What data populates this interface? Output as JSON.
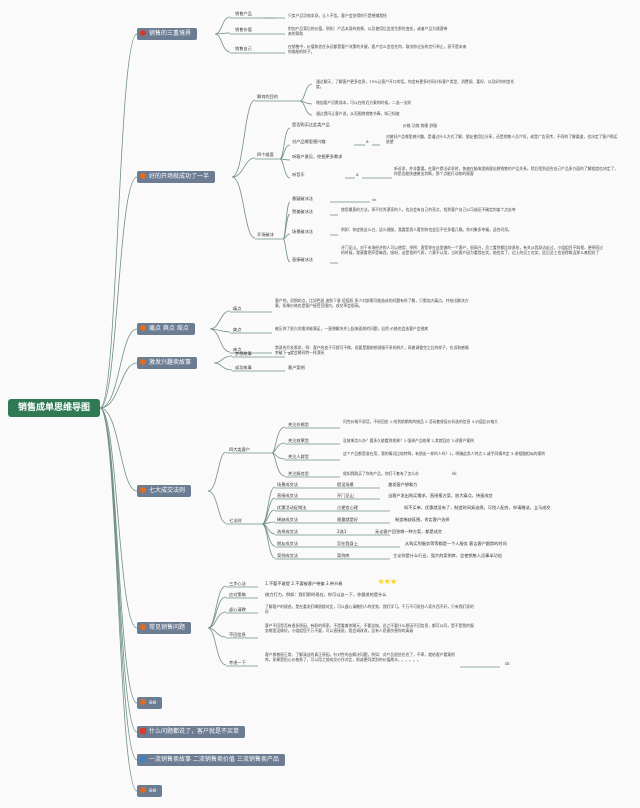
{
  "root": "销售成单思维导图",
  "branches": {
    "b1": {
      "title": "销售的三重境界",
      "items": [
        {
          "label": "销售产品",
          "text": "只卖产品功效本身，让人不信。客户会觉得你只是想赚我钱"
        },
        {
          "label": "销售价值",
          "text": "附加产品背后的价值，例如：产品本身的效果，以及使用后会发生那些变化，或者产品为顾客带来的帮助"
        },
        {
          "label": "销售自己",
          "text": "在销售中，价值和信任永远都是客户决策的关键，客户怎么会信任你，取决你过去的言行举止，而不是未来你描绘的样子。"
        }
      ]
    },
    "b2": {
      "title": "好的开场就成功了一半",
      "purpose": {
        "label": "聊何的目的",
        "items": [
          "通过聊天，了解客户更多信息，75%让客户开口的话，你会有更多时间分析客户类型、消费观、喜好，以及好你的信任度。",
          "增加客户沉默成本，可以在附近方案的时候，二选一法则",
          "通过提问让客户说，从而围绕销售节奏，知己知彼"
        ]
      },
      "dims": {
        "label": "四个维度",
        "items": [
          {
            "label": "是否购买过此类产品",
            "text": "价格 功效 物理 舒服"
          },
          {
            "label": "对产品哪里感兴趣",
            "mark": "a",
            "text": "对做好产品哪里感兴趣，是通过什么方式了解，朋友使用后分享，还是销售人员介绍，或是广告宣传，不同的了解渠道，也决定了客户购买欲望"
          },
          {
            "label": "听客户意见，挖掘更多需求"
          },
          {
            "label": "听音乐",
            "mark": "a",
            "text": "听诉求，并非重要。在客户提出诉求时，快速在脑海里梳理出想销售的产品关系，然后找到适合自己产品多方面的了解程度也决定了，你是否能快速做出判断，那个点能打动你的顾客"
          }
        ]
      },
      "openers": {
        "label": "开场破冰",
        "items": [
          {
            "label": "悬疑破冰法",
            "text": "ck"
          },
          {
            "label": "赞美破冰法",
            "text": "使用最直的方法，再不优秀漂亮的人，也总会有自己的亮点，找到客户自己以可或还不确定的某个点去夸"
          },
          {
            "label": "场景破冰法",
            "text": "例如：你皮肤这么白，这么细腻，我要是男人看到你也会忍不住多看几眼。你对象多幸福，适合问扣。"
          },
          {
            "label": "直接破冰法",
            "text": "开门见山，对于市场经济的人可以使用；举例：客室你在这里做的一个客户，很高兴，员工看到都比较紧张，有关从我身边走过，小姐姐目不斜视，便停而过的时候，我莫看把声是嘛西，吸呀，这是我的气质，六案不认用，当时客户因为看我在笑，她也笑了，边上的员工也笑，此后员工也觉得唯没那么难相处了"
          }
        ]
      }
    },
    "b3": {
      "title": "痛点 爽点 痒点",
      "items": [
        {
          "label": "痛点",
          "text": "客户怕，恐惧的点，比如色斑 皮肤下垂 痘痘肌 多少对部需可能造成的问题有所了解，只需加大痛点，并给出解决方案，如果价格也是客户接受范围内，成交率会很高。"
        },
        {
          "label": "爽点",
          "text": "被压抑了很久的需求被满足，一直想解决并上起来面前的问题，自然 价格也会选客户会很爽"
        },
        {
          "label": "痒点",
          "text": "常说的开发需求，例：客户的皮子可就可不做，但要是跟她想说服不多的样片，再着调整完之后的样子，在诉和感情突破下一就会瞬间特一样漂亮"
        }
      ]
    },
    "b4": {
      "title": "激发兴趣卖故事",
      "items": [
        {
          "label": "梦想故事",
          "text": "a"
        },
        {
          "label": "成功故事",
          "text": "客户案例"
        }
      ]
    },
    "b5": {
      "title": "七大成交法则",
      "types": {
        "label": "四大类客户",
        "items": [
          {
            "label": "关注价格型",
            "text": "问完价格不说话，不给回应 1.给到前期的的措品 2.活动套餐促价折选的信息 3.价值比价格大"
          },
          {
            "label": "关注效果型",
            "text": "没效果怎么办？要多久能看到效果？1.强调产品效果 2.其就回应 3.讲客户案例"
          },
          {
            "label": "关注人群型",
            "text": "这个产品都是谁在用，我的情况比较特殊，有朋友一样的人吗？1。明确此类人特点 2.或手同情共定 3.讲相融相似的案例"
          },
          {
            "label": "关注服务型",
            "text": "假如我购买了你的产品，你们干套有了怎么办",
            "mark": "ck"
          }
        ]
      },
      "rules": {
        "label": "七法则",
        "items": [
          {
            "label": "场景成交法",
            "a": "假设场景",
            "b": "激发客户想象力"
          },
          {
            "label": "直接成交法",
            "a": "开门见山",
            "b": "当客户发出购买需求，直接报方案，放大痛点，快速成交"
          },
          {
            "label": "优惠活动促销法",
            "a": "占便宜心理",
            "b": "如不买单，优惠就没有了，制造时间紧迫感，可找人配合，申请赠送，立马成交"
          },
          {
            "label": "稀缺成交法",
            "a": "限量就是好",
            "b": "制造稀缺氛围，肯定客户选择"
          },
          {
            "label": "选择成交法",
            "a": "2选1",
            "b": "无论客户回答哪一种方案，都是成交"
          },
          {
            "label": "朋友成交法",
            "a": "怎在我身上",
            "b": "从购买到服务等等都是一个人服务 客吉客户跟踪的时间"
          },
          {
            "label": "案例成交法",
            "a": "案例库",
            "b": "主论你是什么行业，强大的案例库，会使销售人员事半功倍"
          }
        ]
      }
    },
    "b6": {
      "title": "常见销售问题",
      "items": [
        {
          "label": "三步心法",
          "text": "1.不要不敢提 2.不要被客户带偏 3.带节奏",
          "stars": "⭐⭐⭐"
        },
        {
          "label": "应对策略",
          "text": "借力打力，例如：我们那时现在，你可以这一下，你跟进的是什么"
        },
        {
          "label": "虚心请教",
          "text": "了解客户的顾虑，是在委发们瞬眉楼对比，可以虚心请教别人的优势，我们学习。千万不可说别人家东西不好，只有我们家的好"
        },
        {
          "label": "不回信息",
          "text": "客户不回是否有很多原因，有职的原家，不是看着你聊天，不要苦恼，总之不要什么原因不回信息，都可以问，是不是我的服务哪里没做好，小姐姐您千万不要，可以直接说，我会调改改，没有人愿意伤害你的真诚"
        },
        {
          "label": "考虑一下",
          "text": "客户都曾很正常，了解清这的真正原因，针对性的去解决问题，例如：对产品很信任也了，不卑，就给客户看案例库，如果是担心价格贵了，可以用之前成交价作对比，前或更同类别的价值故水。。。。。。",
          "mark": "ck"
        }
      ]
    },
    "b7": {
      "title": "ee"
    },
    "b8": {
      "title": "什么问题都说了，客户就是不买单"
    },
    "b9": {
      "title": "一流销售卖故事 二流销售卖价值 三流销售卖产品"
    },
    "b10": {
      "title": "ee"
    }
  },
  "colors": {
    "root": "#2f7a55",
    "branch_box": "#6b7c93",
    "wire": "#6f8f86",
    "icon_orange": "#e26b1f",
    "icon_red": "#d93a2b",
    "icon_blue": "#3b82c4"
  }
}
